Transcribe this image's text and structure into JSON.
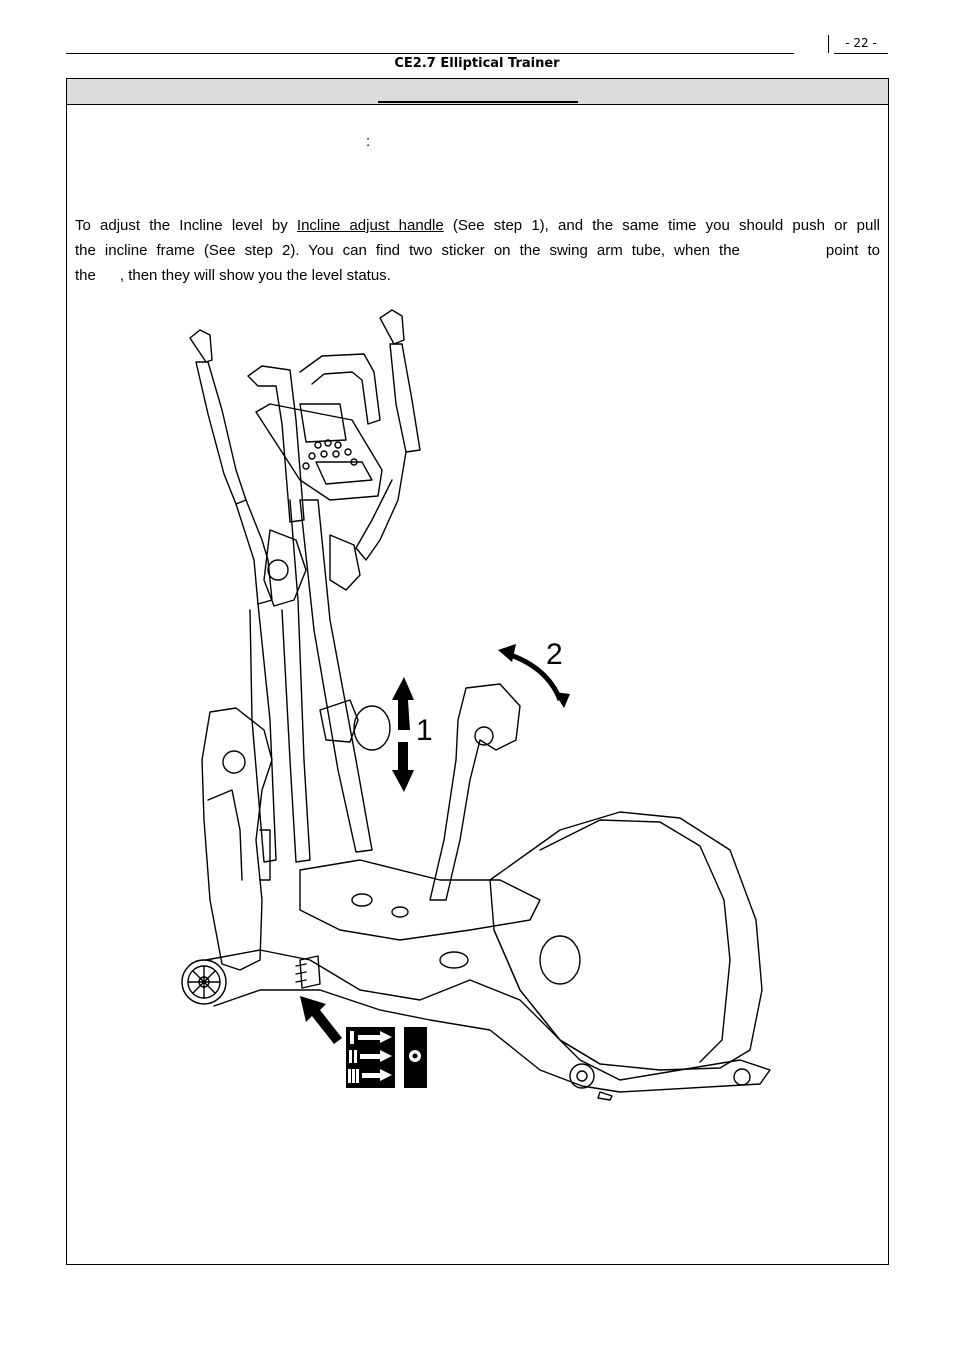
{
  "header": {
    "page_number": "- 22 -",
    "title": "CE2.7 Elliptical Trainer"
  },
  "section": {
    "colon": ":"
  },
  "paragraph": {
    "line1_a": "To adjust the Incline level by ",
    "line1_link": "Incline adjust handle",
    "line1_b": " (See step 1), and the same time you should push or pull",
    "line2_a": "the incline frame (See step 2). You can find two sticker on the swing arm tube, when the",
    "line2_b": "point to",
    "line3_a": "the",
    "line3_b": ", then they will show you the level status."
  },
  "figure": {
    "step1_label": "1",
    "step2_label": "2",
    "sticker_levels": [
      "I",
      "II",
      "III"
    ]
  }
}
